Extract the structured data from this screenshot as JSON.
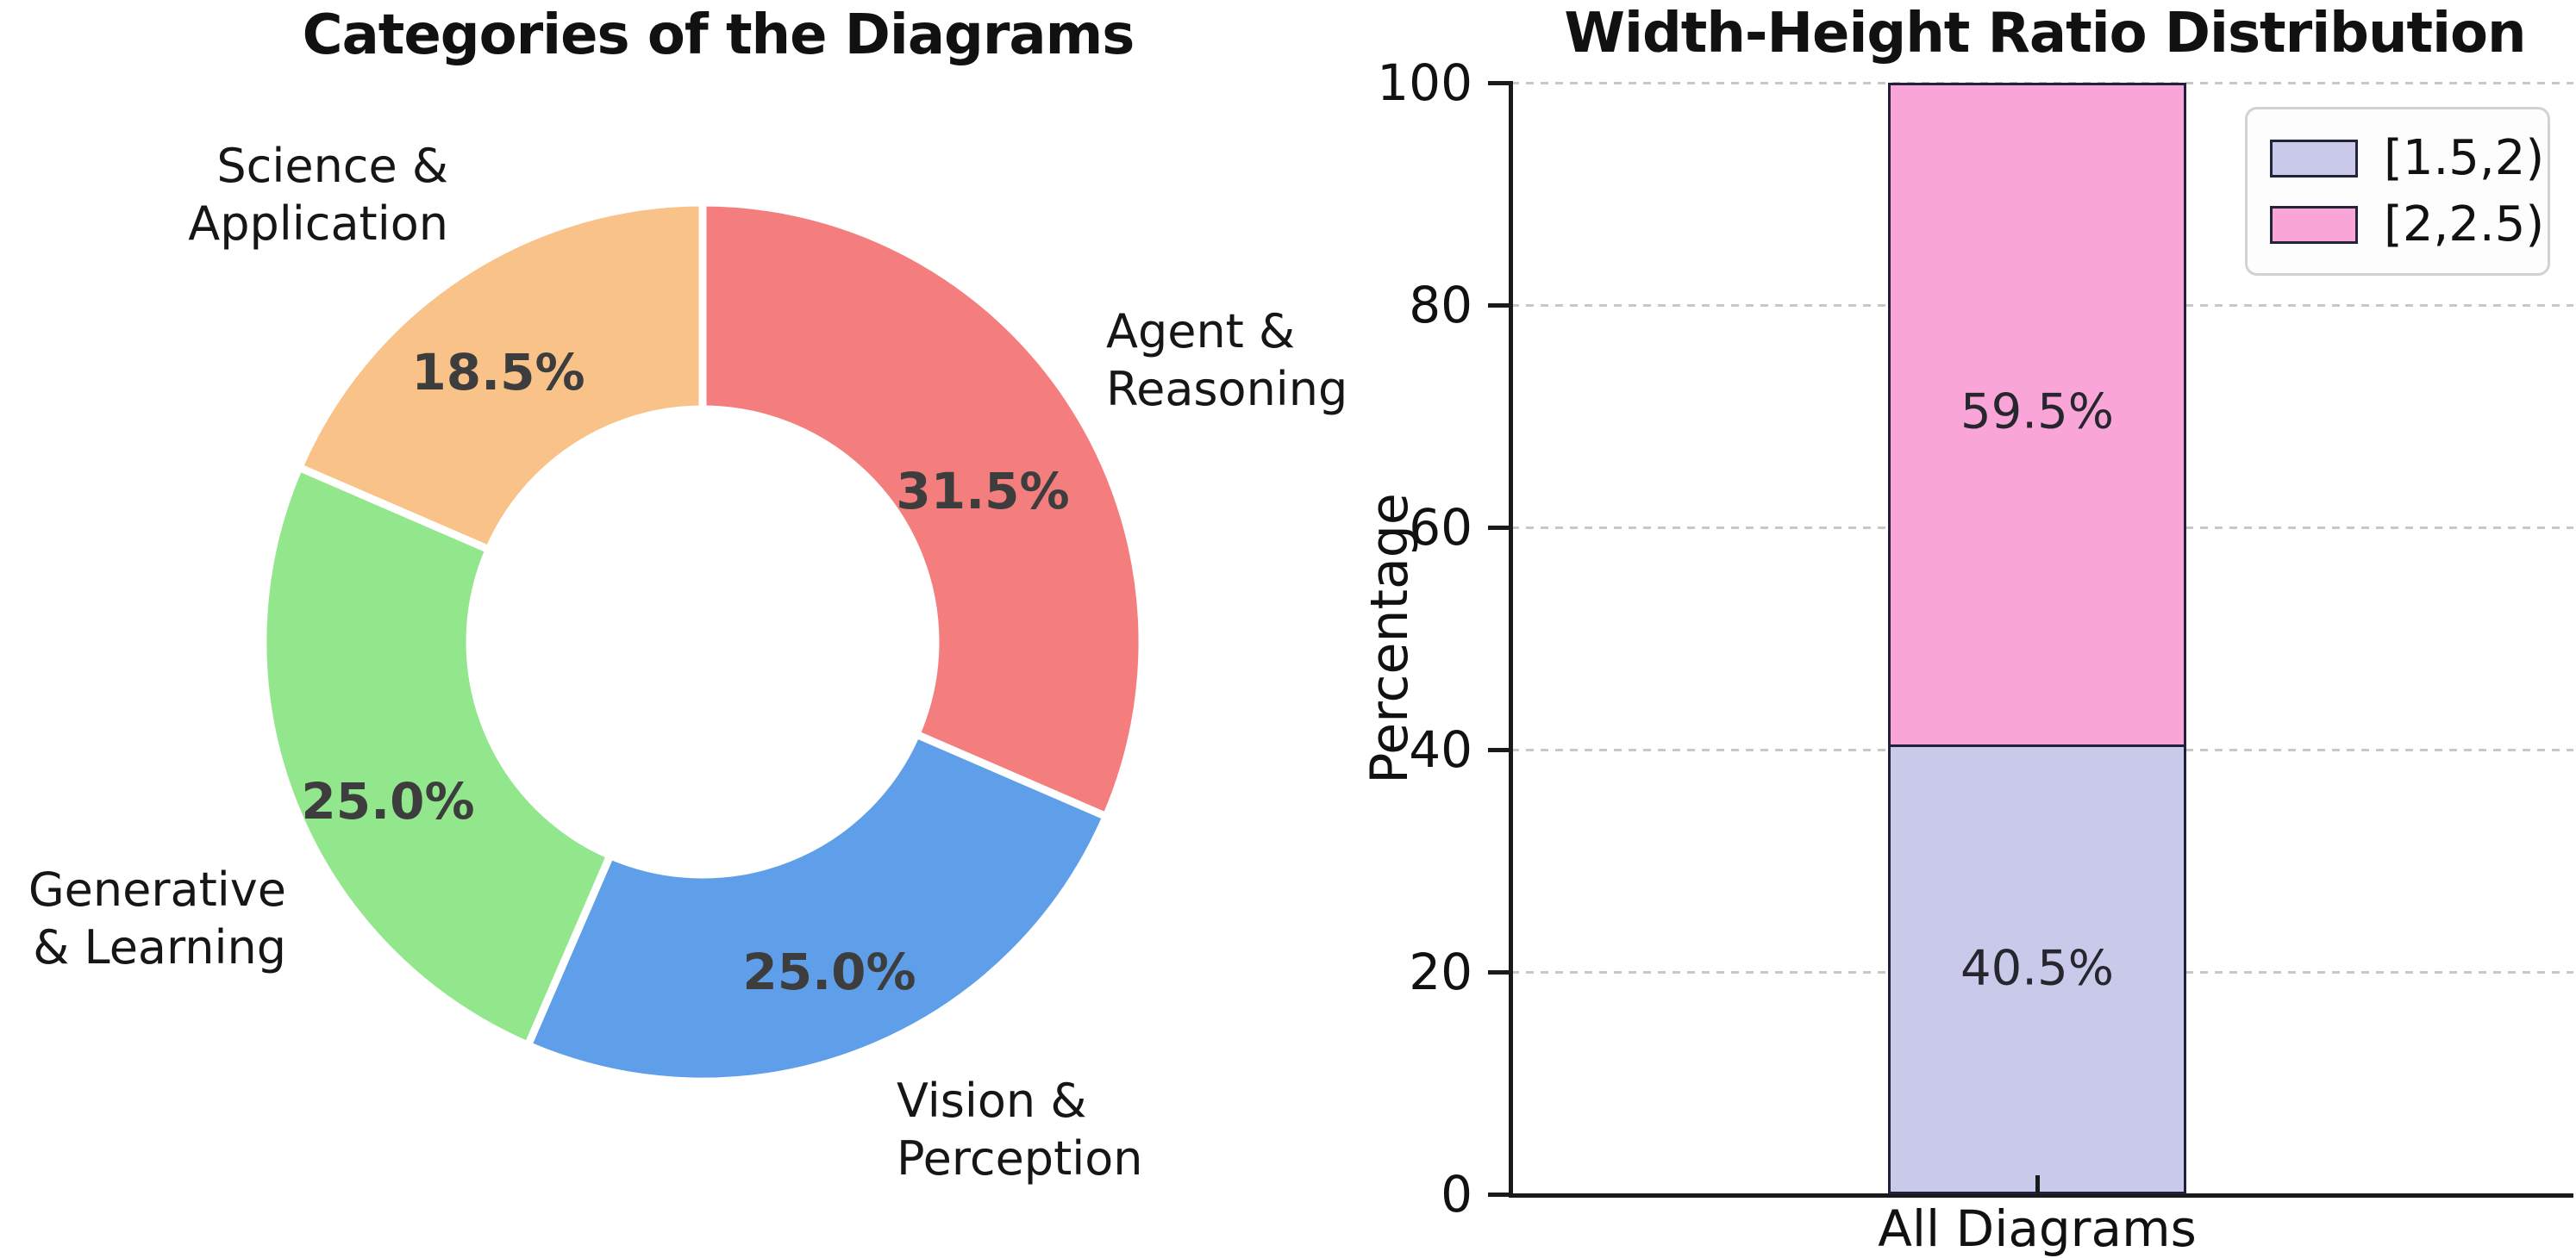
{
  "chart_data": [
    {
      "type": "pie",
      "subtype": "donut",
      "title": "Categories of the Diagrams",
      "start_angle_deg": 90,
      "direction": "clockwise",
      "inner_radius_ratio": 0.53,
      "segments": [
        {
          "label": "Agent & Reasoning",
          "label_lines": [
            "Agent &",
            "Reasoning"
          ],
          "value": 31.5,
          "pct_label": "31.5%",
          "color": "#f47d7d"
        },
        {
          "label": "Vision & Perception",
          "label_lines": [
            "Vision &",
            "Perception"
          ],
          "value": 25.0,
          "pct_label": "25.0%",
          "color": "#5f9ee8"
        },
        {
          "label": "Generative & Learning",
          "label_lines": [
            "Generative",
            "& Learning"
          ],
          "value": 25.0,
          "pct_label": "25.0%",
          "color": "#92e68c"
        },
        {
          "label": "Science & Application",
          "label_lines": [
            "Science &",
            "Application"
          ],
          "value": 18.5,
          "pct_label": "18.5%",
          "color": "#f8c288"
        }
      ]
    },
    {
      "type": "bar",
      "stacked": true,
      "title": "Width-Height Ratio Distribution",
      "ylabel": "Percentage",
      "categories": [
        "All Diagrams"
      ],
      "ylim": [
        0,
        100
      ],
      "yticks": [
        0,
        20,
        40,
        60,
        80,
        100
      ],
      "grid": "horizontal-dashed",
      "legend_position": "upper-right",
      "series": [
        {
          "name": "[1.5,2)",
          "values": [
            40.5
          ],
          "pct_label": "40.5%",
          "color": "#c9c9ea"
        },
        {
          "name": "[2,2.5)",
          "values": [
            59.5
          ],
          "pct_label": "59.5%",
          "color": "#f9a5d8"
        }
      ]
    }
  ]
}
